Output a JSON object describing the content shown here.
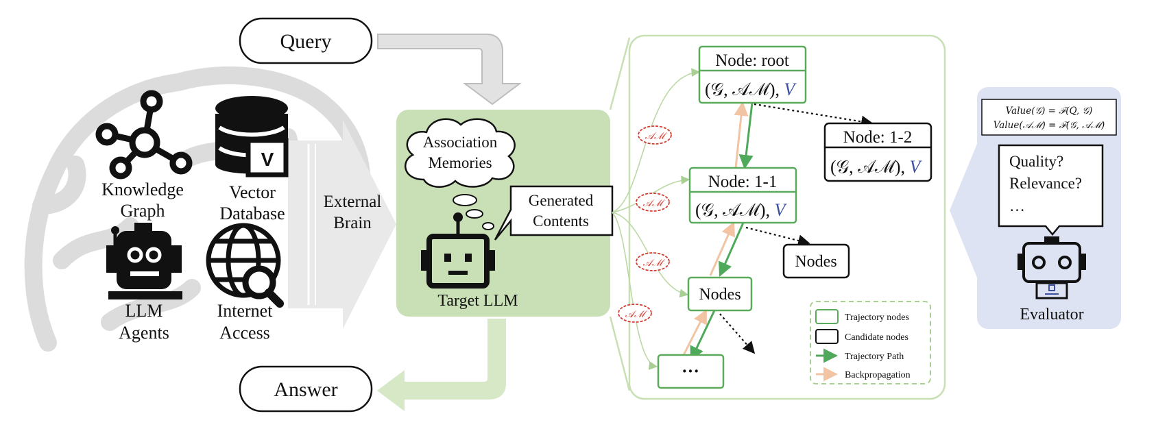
{
  "io": {
    "query": "Query",
    "answer": "Answer"
  },
  "external_brain": {
    "label_line1": "External",
    "label_line2": "Brain",
    "sources": {
      "knowledge_graph": [
        "Knowledge",
        "Graph"
      ],
      "vector_database": [
        "Vector",
        "Database"
      ],
      "vector_badge": "V",
      "llm_agents": [
        "LLM",
        "Agents"
      ],
      "internet_access": [
        "Internet",
        "Access"
      ]
    }
  },
  "target_llm": {
    "title": "Target LLM",
    "thought": [
      "Association",
      "Memories"
    ],
    "speech": [
      "Generated",
      "Contents"
    ]
  },
  "tree": {
    "root_title": "Node: root",
    "n12_title": "Node: 1-2",
    "n11_title": "Node: 1-1",
    "nodes_label": "Nodes",
    "candidate_nodes_label": "Nodes",
    "ellipsis": "···",
    "state_prefix": "(𝒢, 𝒜ℳ), ",
    "value_symbol": "V",
    "am_tag": "𝒜ℳ"
  },
  "legend": {
    "trajectory_nodes": "Trajectory nodes",
    "candidate_nodes": "Candidate nodes",
    "trajectory_path": "Trajectory Path",
    "backpropagation": "Backpropagation"
  },
  "evaluator": {
    "formula1": "Value(𝒢) = ℱ(Q, 𝒢)",
    "formula2": "Value(𝒜ℳ) = ℱ(𝒢, 𝒜ℳ)",
    "q1": "Quality?",
    "q2": "Relevance?",
    "q3": "…",
    "label": "Evaluator"
  },
  "colors": {
    "green_fill": "#c9dfb5",
    "green_line": "#bcd9a5",
    "node_green": "#5aaa5c",
    "arrow_green": "#4fa95a",
    "back_peach": "#f2c4a3",
    "evaluator_blue": "#dde3f2",
    "value_blue": "#3a4fa0",
    "am_red": "#d23b2f"
  }
}
